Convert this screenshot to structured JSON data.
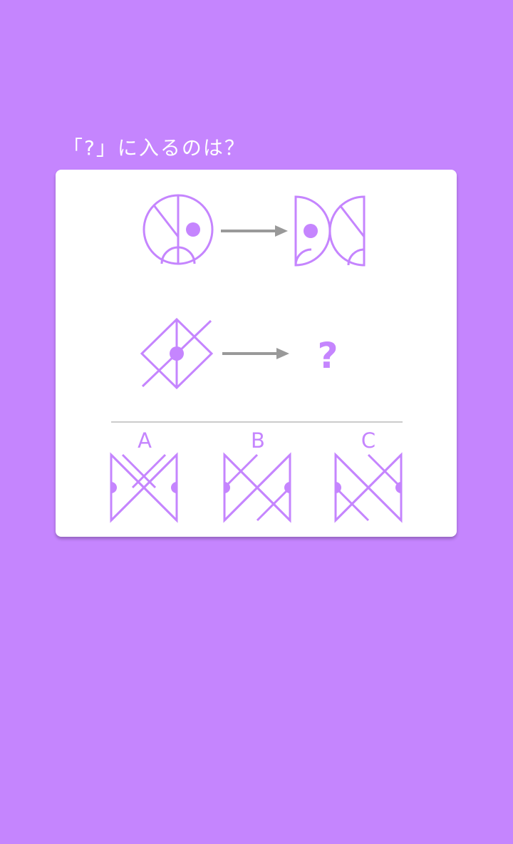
{
  "question": {
    "title": "「?」に入るのは？"
  },
  "puzzle": {
    "unknown_mark": "?"
  },
  "options": [
    {
      "label": "A"
    },
    {
      "label": "B"
    },
    {
      "label": "C"
    }
  ],
  "colors": {
    "background": "#c585fe",
    "card": "#ffffff",
    "figure_stroke": "#c585fe",
    "arrow": "#999999",
    "divider": "#999999"
  }
}
